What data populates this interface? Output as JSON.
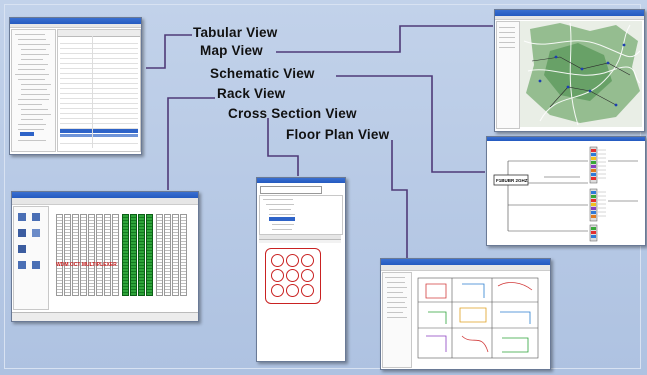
{
  "labels": {
    "tabular": "Tabular View",
    "map": "Map View",
    "schematic": "Schematic View",
    "rack": "Rack View",
    "cross_section": "Cross Section View",
    "floor_plan": "Floor Plan View"
  },
  "rack_window": {
    "overlay_text": "WDM OCT MULTIPLEXER"
  },
  "schematic_window": {
    "node_label": "F1BUBR 2GHZ"
  },
  "colors": {
    "background": "#b9cbe6",
    "connector": "#4f3a78",
    "titlebar": "#2a5fc4",
    "selection": "#2e63c8",
    "rack_green": "#1e8f2b",
    "cross_section_red": "#c92222",
    "map_green": "#6aa36a"
  }
}
